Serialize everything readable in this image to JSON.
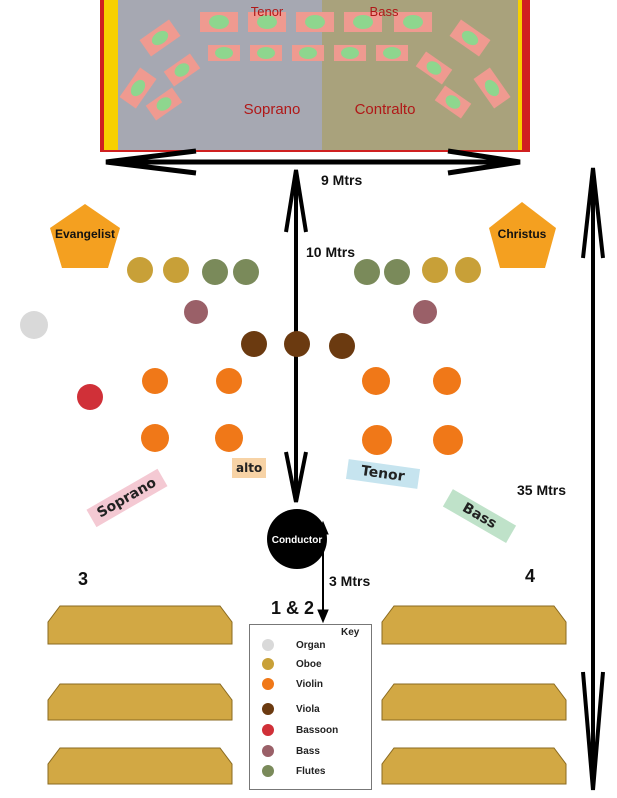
{
  "stage_choir": {
    "top_left": "Tenor",
    "top_right": "Bass",
    "bottom_left": "Soprano",
    "bottom_right": "Contralto"
  },
  "soloists": {
    "evangelist": "Evangelist",
    "christus": "Christus"
  },
  "measurements": {
    "width": "9 Mtrs",
    "stage_distance": "10 Mtrs",
    "conductor_distance": "3 Mtrs",
    "hall_length": "35 Mtrs"
  },
  "choir_tags": {
    "soprano": "Soprano",
    "alto": "alto",
    "tenor": "Tenor",
    "bass": "Bass"
  },
  "conductor": "Conductor",
  "seating_labels": {
    "left": "3",
    "center": "1 & 2",
    "right": "4"
  },
  "key": {
    "title": "Key",
    "items": [
      {
        "label": "Organ",
        "color": "#d9d9d9"
      },
      {
        "label": "Oboe",
        "color": "#c8a038"
      },
      {
        "label": "Violin",
        "color": "#f07818"
      },
      {
        "label": "Viola",
        "color": "#6b3a10"
      },
      {
        "label": "Bassoon",
        "color": "#d03038"
      },
      {
        "label": "Bass",
        "color": "#9a6068"
      },
      {
        "label": "Flutes",
        "color": "#7a8a5a"
      }
    ]
  },
  "colors": {
    "stage_yellow": "#f8d000",
    "stage_red": "#d02020",
    "pentagon": "#f4a020",
    "pew": "#d2a844",
    "soprano_tag": "#f4c9d3",
    "alto_tag": "#f7d3a6",
    "tenor_tag": "#c6e4ef",
    "bass_tag": "#bfe2c9"
  }
}
